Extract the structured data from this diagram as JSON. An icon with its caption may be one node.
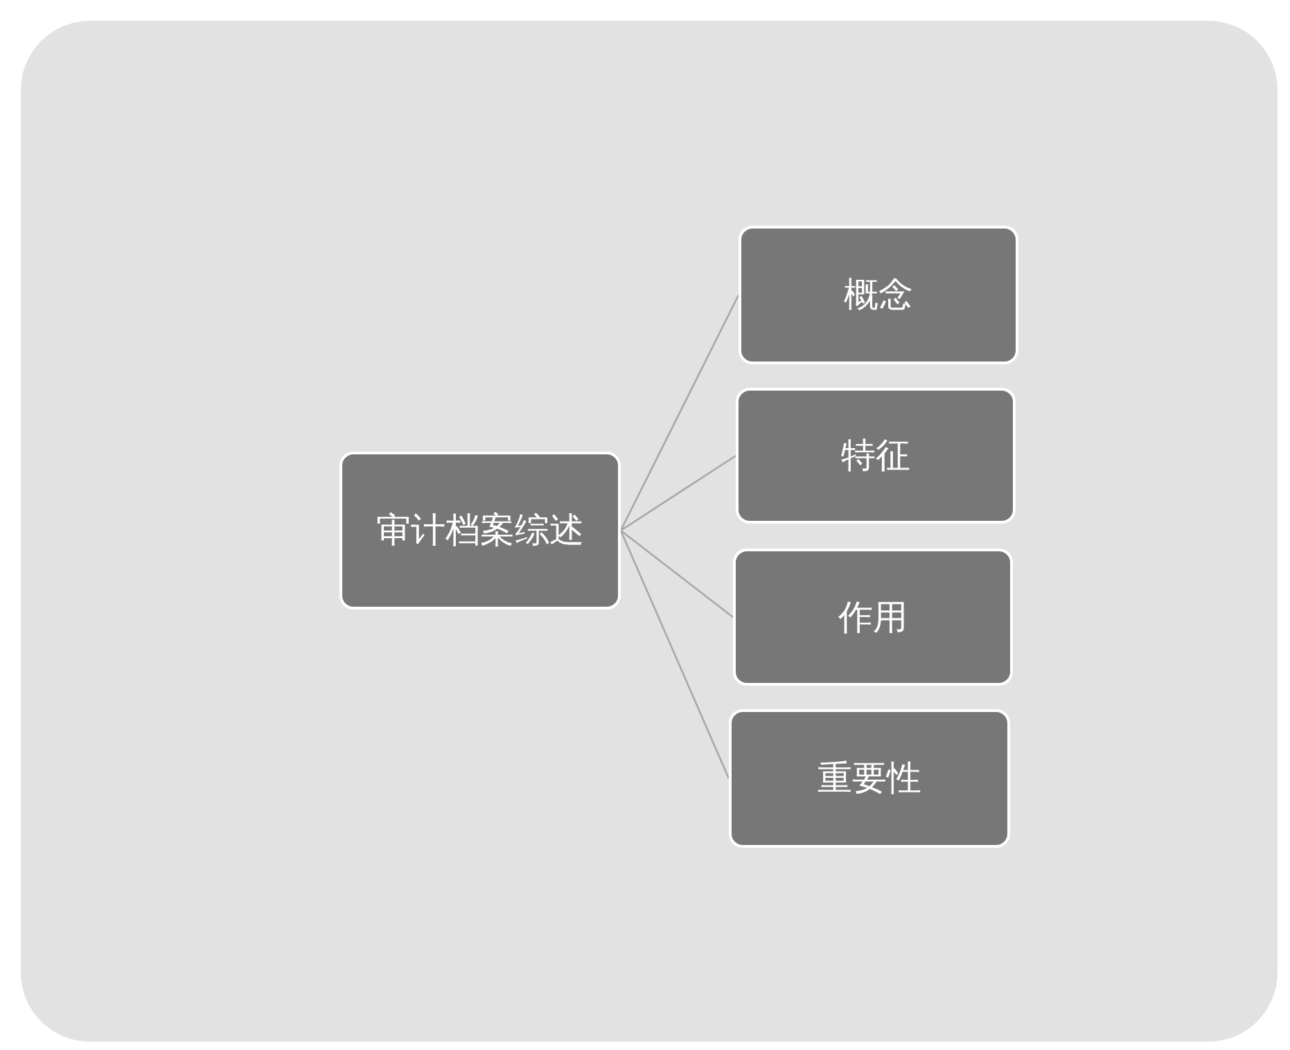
{
  "diagram": {
    "nodes": [
      {
        "text": [
          "审计档案综述"
        ]
      },
      {
        "text": [
          "概念"
        ]
      },
      {
        "text": [
          "特征"
        ]
      },
      {
        "text": [
          "作用"
        ]
      },
      {
        "text": [
          "重要性"
        ]
      }
    ],
    "edges": [
      {
        "from": 0,
        "to": 1,
        "arrow": "none"
      },
      {
        "from": 0,
        "to": 2,
        "arrow": "none"
      },
      {
        "from": 0,
        "to": 3,
        "arrow": "none"
      },
      {
        "from": 0,
        "to": 4,
        "arrow": "none"
      }
    ]
  }
}
